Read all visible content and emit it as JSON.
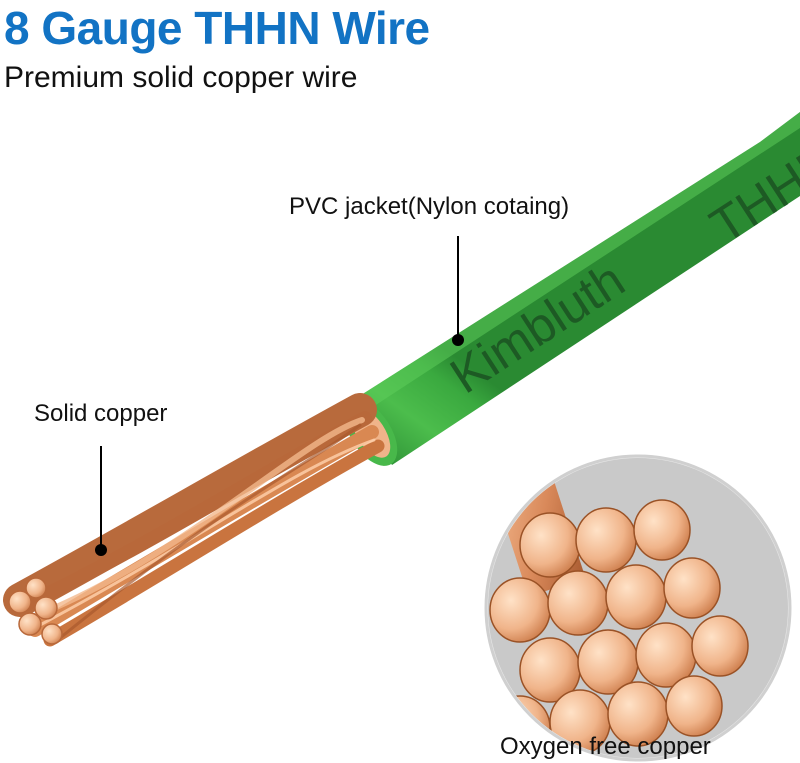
{
  "header": {
    "title": "8 Gauge THHN Wire",
    "subtitle": "Premium solid copper wire"
  },
  "callouts": {
    "jacket": "PVC jacket(Nylon cotaing)",
    "copper": "Solid copper",
    "oxygen": "Oxygen free copper"
  },
  "wire": {
    "brand_print": "Kimbluth",
    "type_print": "THHN"
  },
  "colors": {
    "title": "#1273c4",
    "text": "#111111",
    "jacket": "#3aa93f",
    "jacket_print": "#1d5a24",
    "copper": "#e2955e"
  }
}
